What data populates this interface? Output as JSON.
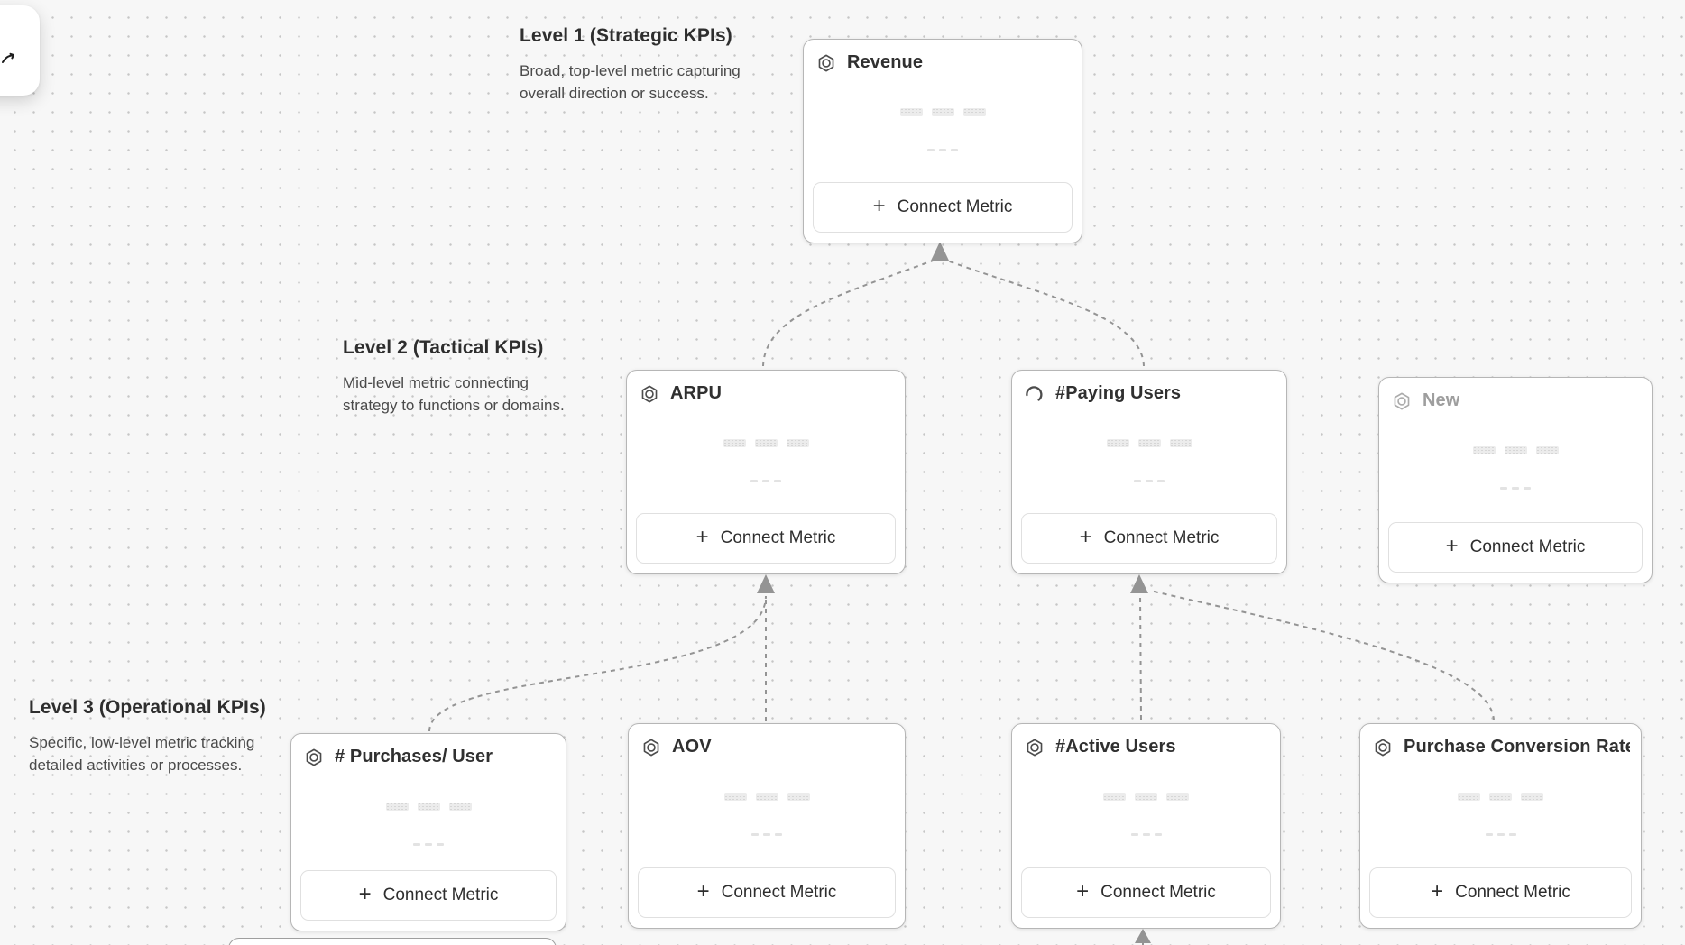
{
  "ui": {
    "connect_metric_label": "Connect Metric",
    "plus_glyph": "+",
    "accent_border_color": "#b6b6b6",
    "connector_color": "#949494",
    "background_dot_color": "#c6c6c6",
    "background_color": "#f7f7f7"
  },
  "levels": [
    {
      "title": "Level 1 (Strategic KPIs)",
      "description_line1": "Broad, top-level metric capturing",
      "description_line2": "overall direction or success."
    },
    {
      "title": "Level 2 (Tactical KPIs)",
      "description_line1": "Mid-level metric connecting",
      "description_line2": "strategy to functions or domains."
    },
    {
      "title": "Level 3 (Operational KPIs)",
      "description_line1": "Specific, low-level metric tracking",
      "description_line2": "detailed activities or processes."
    }
  ],
  "cards": [
    {
      "title": "Revenue",
      "level": 1,
      "icon": "metric-hexagon-icon",
      "state": "default"
    },
    {
      "title": "ARPU",
      "level": 2,
      "icon": "metric-hexagon-icon",
      "state": "default"
    },
    {
      "title": "#Paying Users",
      "level": 2,
      "icon": "loading-spinner-icon",
      "state": "loading"
    },
    {
      "title": "New",
      "level": 2,
      "icon": "metric-hexagon-icon",
      "state": "muted"
    },
    {
      "title": "# Purchases/ User",
      "level": 3,
      "icon": "metric-hexagon-icon",
      "state": "default"
    },
    {
      "title": "AOV",
      "level": 3,
      "icon": "metric-hexagon-icon",
      "state": "default"
    },
    {
      "title": "#Active Users",
      "level": 3,
      "icon": "metric-hexagon-icon",
      "state": "default"
    },
    {
      "title": "Purchase Conversion Rate",
      "level": 3,
      "icon": "metric-hexagon-icon",
      "state": "default"
    }
  ],
  "connections": [
    {
      "from": "ARPU",
      "to": "Revenue"
    },
    {
      "from": "#Paying Users",
      "to": "Revenue"
    },
    {
      "from": "# Purchases/ User",
      "to": "ARPU"
    },
    {
      "from": "AOV",
      "to": "ARPU"
    },
    {
      "from": "#Active Users",
      "to": "#Paying Users"
    },
    {
      "from": "Purchase Conversion Rate",
      "to": "#Paying Users"
    },
    {
      "from": "offscreen-bottom-card",
      "to": "#Active Users"
    }
  ]
}
